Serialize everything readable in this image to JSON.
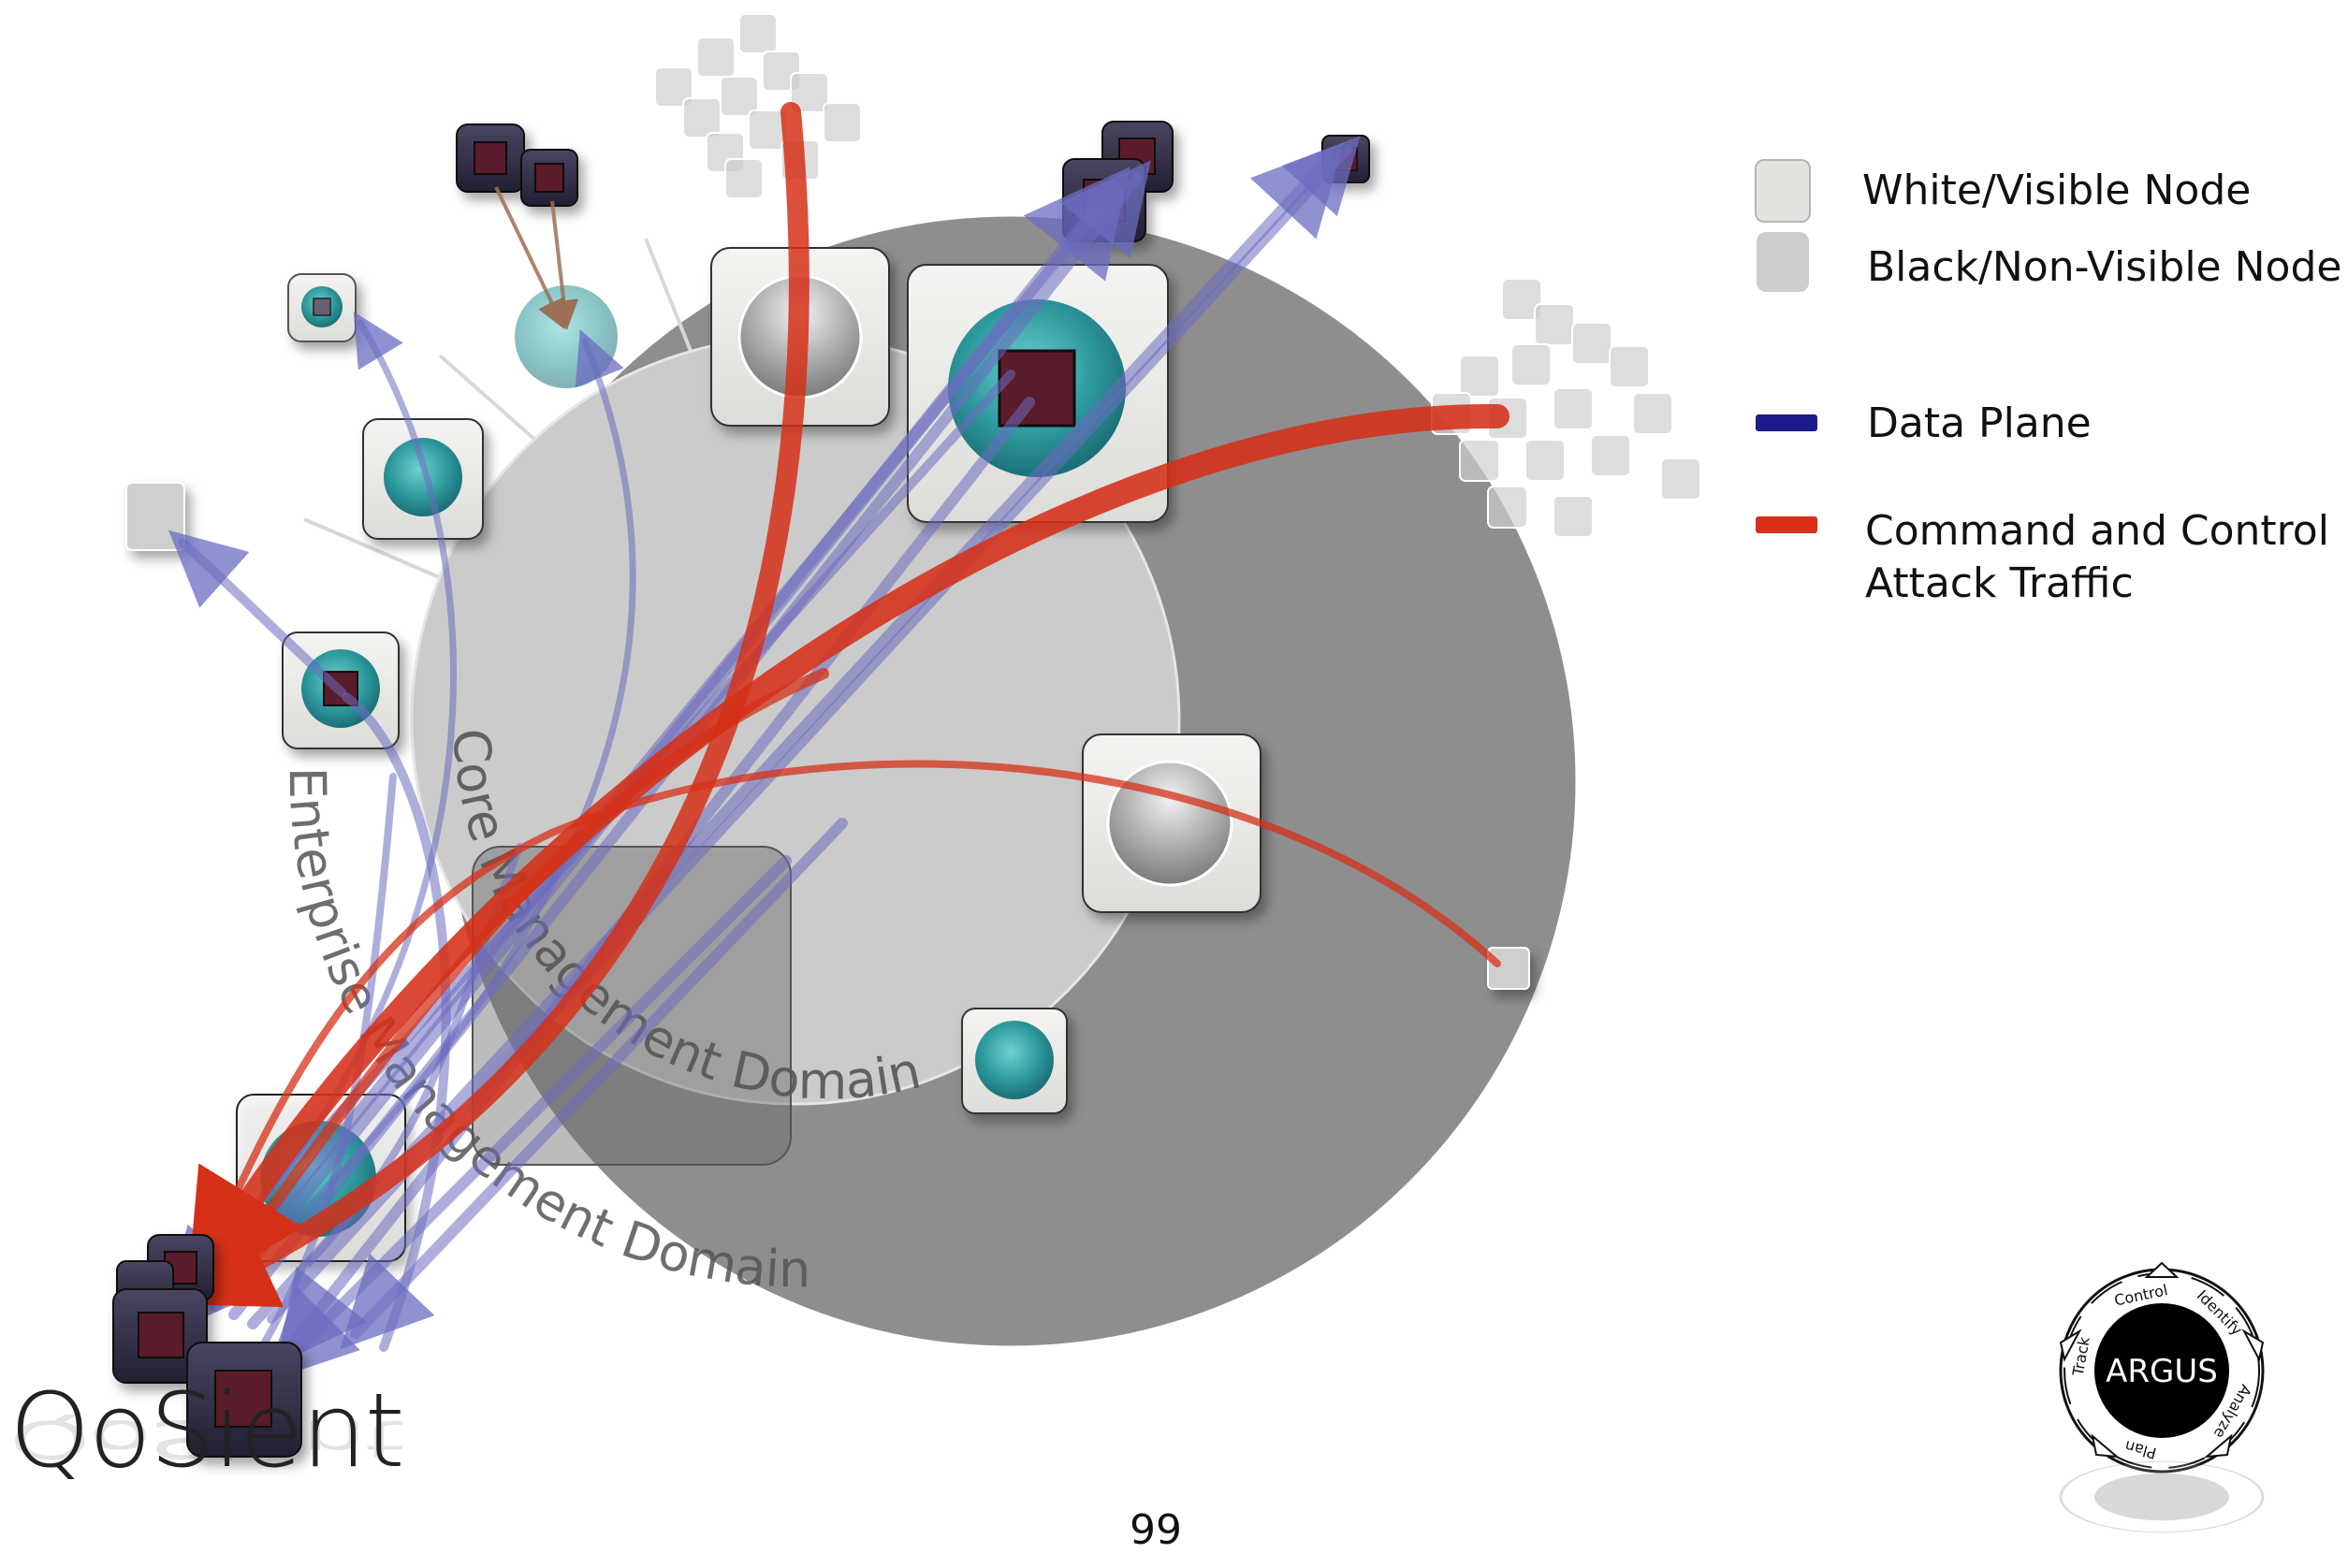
{
  "diagram": {
    "outer_domain_label": "Enterprise Management Domain",
    "inner_domain_label": "Core Management Domain"
  },
  "legend": {
    "white_node": "White/Visible Node",
    "black_node": "Black/Non-Visible Node",
    "data_plane": "Data Plane",
    "c2_line1": "Command and Control",
    "c2_line2": "Attack Traffic"
  },
  "colors": {
    "data_plane": "#1c1d8a",
    "command_control": "#d63018",
    "outer_ring": "#8d8d8d",
    "inner_disc": "#c9c9c9",
    "node_teal": "#3aa6a6",
    "node_maroon": "#5a1a2a"
  },
  "cycle_logo": {
    "center": "ARGUS",
    "segments": [
      "Control",
      "Identify",
      "Analyze",
      "Plan",
      "Track"
    ]
  },
  "company_logo": "QoSient",
  "page_number": "99"
}
